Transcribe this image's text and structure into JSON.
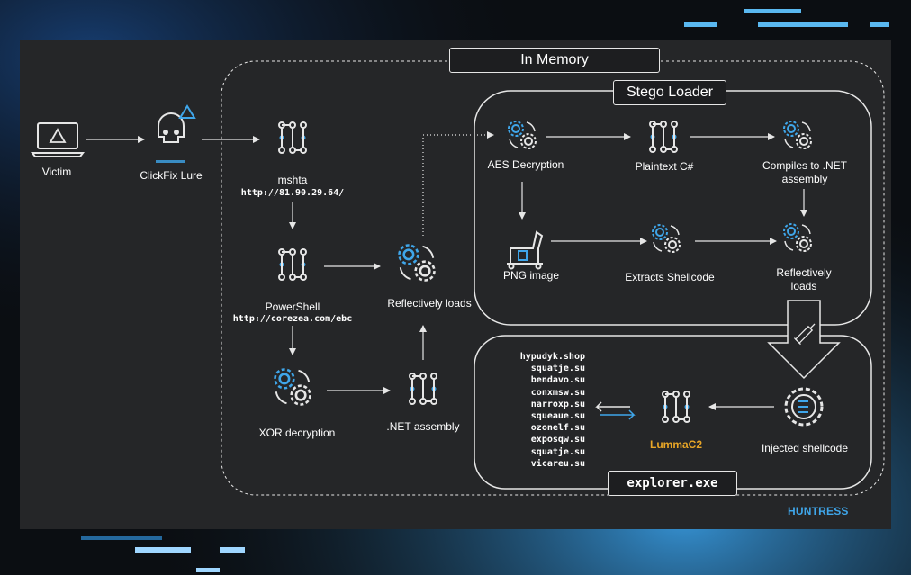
{
  "title": "In Memory",
  "stego_title": "Stego Loader",
  "explorer_title": "explorer.exe",
  "nodes": {
    "victim": "Victim",
    "clickfix": "ClickFix Lure",
    "mshta": "mshta",
    "mshta_url": "http://81.90.29.64/",
    "powershell": "PowerShell",
    "powershell_url": "http://corezea.com/ebc",
    "xor": "XOR decryption",
    "net_assembly": ".NET assembly",
    "reflective1": "Reflectively loads",
    "aes": "AES Decryption",
    "plaintext": "Plaintext C#",
    "compiles_line1": "Compiles to .NET",
    "compiles_line2": "assembly",
    "png": "PNG image",
    "extracts": "Extracts Shellcode",
    "reflective2_line1": "Reflectively",
    "reflective2_line2": "loads",
    "lumma": "LummaC2",
    "injected": "Injected shellcode"
  },
  "domains": [
    "hypudyk.shop",
    "squatje.su",
    "bendavo.su",
    "conxmsw.su",
    "narroxp.su",
    "squeaue.su",
    "ozonelf.su",
    "exposqw.su",
    "squatje.su",
    "vicareu.su"
  ],
  "brand": "HUNTRESS",
  "colors": {
    "accent_blue": "#3fa6ea",
    "lumma_orange": "#e8a627",
    "panel": "#252628"
  }
}
